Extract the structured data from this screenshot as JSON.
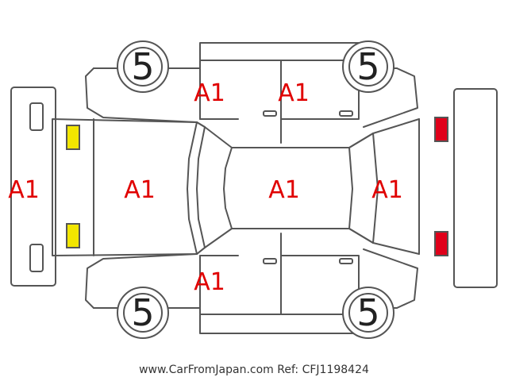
{
  "diagram": {
    "panel_grades": {
      "front_bumper": "A1",
      "hood": "A1",
      "roof": "A1",
      "rear_gate": "A1",
      "left_front_door": "A1",
      "left_rear_door": "A1",
      "right_front_fender": "A1"
    },
    "tire_grades": {
      "front_left": "5",
      "rear_left": "5",
      "front_right": "5",
      "rear_right": "5"
    },
    "marker_colors": {
      "front_lamps": "#f2e600",
      "rear_lamps": "#e0001a",
      "grade_text": "#e00000"
    }
  },
  "footer": {
    "text": "www.CarFromJapan.com Ref: CFJ1198424"
  }
}
